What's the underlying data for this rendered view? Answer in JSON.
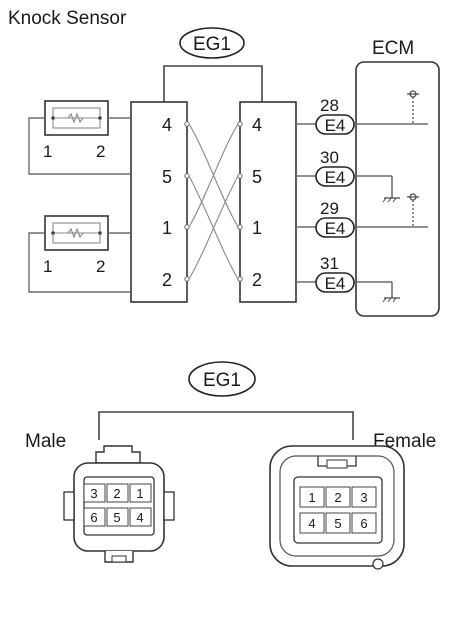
{
  "title": "Knock Sensor",
  "connector_badge": "EG1",
  "ecm_label": "ECM",
  "sensor_terminals": [
    "1",
    "2"
  ],
  "connector_pins_left": [
    "4",
    "5",
    "1",
    "2"
  ],
  "connector_pins_right": [
    "4",
    "5",
    "1",
    "2"
  ],
  "ecm_pins": [
    {
      "number": "28",
      "connector": "E4"
    },
    {
      "number": "30",
      "connector": "E4"
    },
    {
      "number": "29",
      "connector": "E4"
    },
    {
      "number": "31",
      "connector": "E4"
    }
  ],
  "bottom_badge": "EG1",
  "male_label": "Male",
  "female_label": "Female",
  "male_pins": [
    "3",
    "2",
    "1",
    "6",
    "5",
    "4"
  ],
  "female_pins": [
    "1",
    "2",
    "3",
    "4",
    "5",
    "6"
  ]
}
